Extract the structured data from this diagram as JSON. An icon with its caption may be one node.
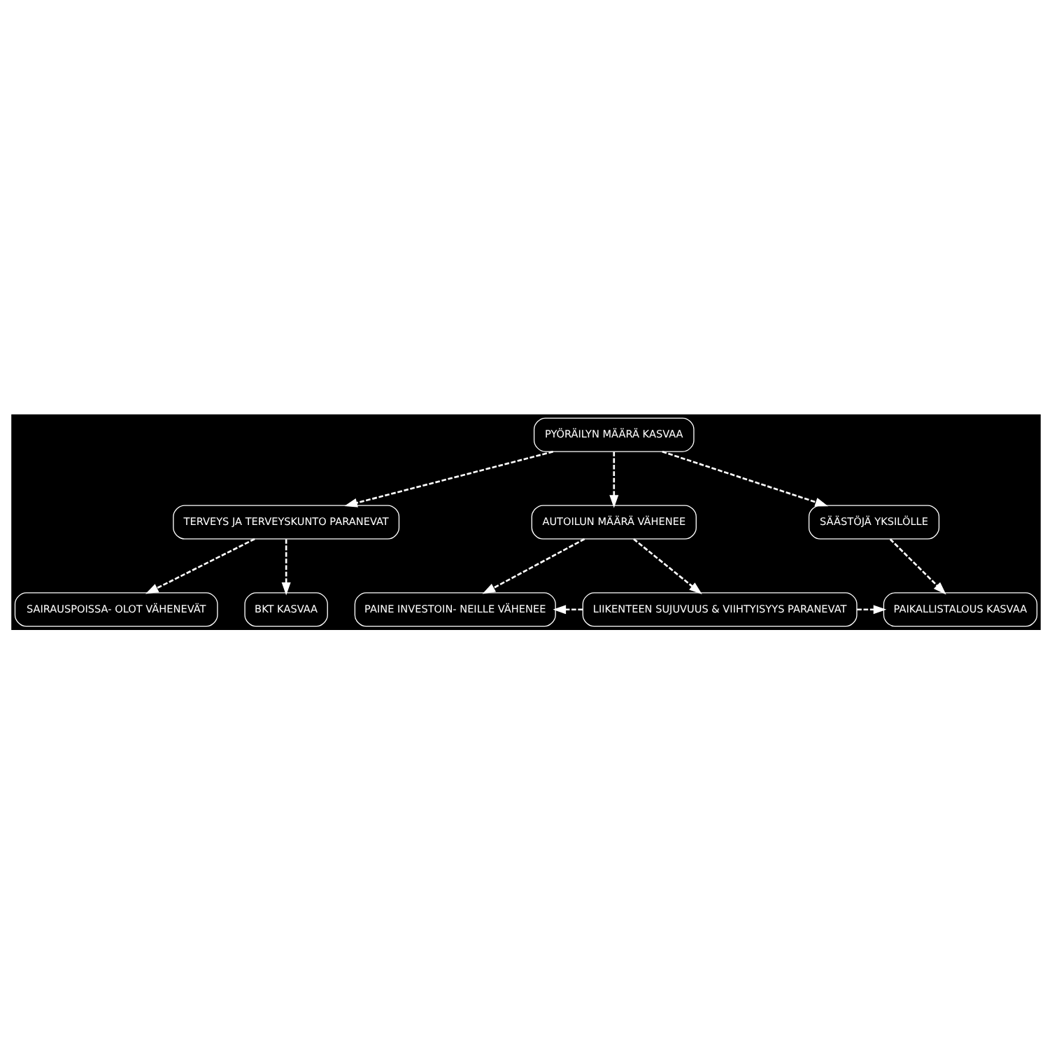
{
  "diagram": {
    "nodes": [
      {
        "text": [
          "PYÖRÄILYN MÄÄRÄ KASVAA"
        ]
      },
      {
        "text": [
          "TERVEYS JA TERVEYSKUNTO PARANEVAT"
        ]
      },
      {
        "text": [
          "AUTOILUN MÄÄRÄ VÄHENEE"
        ]
      },
      {
        "text": [
          "SÄÄSTÖJÄ YKSILÖLLE"
        ]
      },
      {
        "text": [
          "SAIRAUSPOISSA- OLOT VÄHENEVÄT"
        ]
      },
      {
        "text": [
          "BKT KASVAA"
        ]
      },
      {
        "text": [
          "PAINE INVESTOIN- NEILLE VÄHENEE"
        ]
      },
      {
        "text": [
          "LIIKENTEEN SUJUVUUS & VIIHTYISYYS PARANEVAT"
        ]
      },
      {
        "text": [
          "PAIKALLISTALOUS KASVAA"
        ]
      }
    ],
    "edges": [
      {
        "from": 0,
        "to": 1,
        "arrow": "to",
        "style": "dashed"
      },
      {
        "from": 0,
        "to": 2,
        "arrow": "to",
        "style": "dashed"
      },
      {
        "from": 0,
        "to": 3,
        "arrow": "to",
        "style": "dashed"
      },
      {
        "from": 1,
        "to": 4,
        "arrow": "to",
        "style": "dashed"
      },
      {
        "from": 1,
        "to": 5,
        "arrow": "to",
        "style": "dashed"
      },
      {
        "from": 2,
        "to": 6,
        "arrow": "to",
        "style": "dashed"
      },
      {
        "from": 2,
        "to": 7,
        "arrow": "to",
        "style": "dashed"
      },
      {
        "from": 3,
        "to": 8,
        "arrow": "to",
        "style": "dashed"
      },
      {
        "from": 7,
        "to": 6,
        "arrow": "to",
        "style": "dashed"
      },
      {
        "from": 7,
        "to": 8,
        "arrow": "to",
        "style": "dashed"
      }
    ]
  }
}
